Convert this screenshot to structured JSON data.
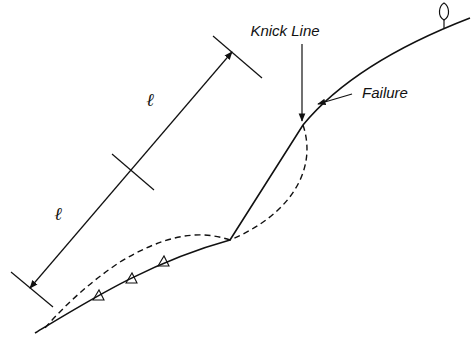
{
  "diagram": {
    "labels": [
      "ℓ",
      "ℓ",
      "Knick Line",
      "Failure"
    ]
  }
}
